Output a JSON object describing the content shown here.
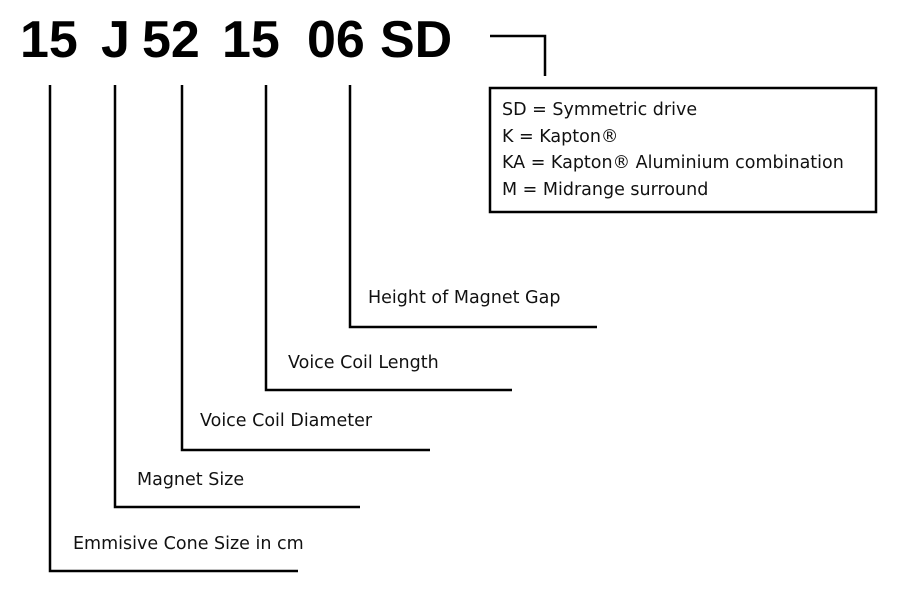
{
  "code_parts": [
    "15",
    "J",
    "52",
    "15",
    "06",
    "SD"
  ],
  "labels": [
    "Emmisive Cone Size in cm",
    "Magnet Size",
    "Voice Coil Diameter",
    "Voice Coil Length",
    "Height of Magnet Gap"
  ],
  "legend_box": [
    "SD = Symmetric drive",
    "K = Kapton®",
    "KA = Kapton® Aluminium combination",
    "M = Midrange surround"
  ]
}
